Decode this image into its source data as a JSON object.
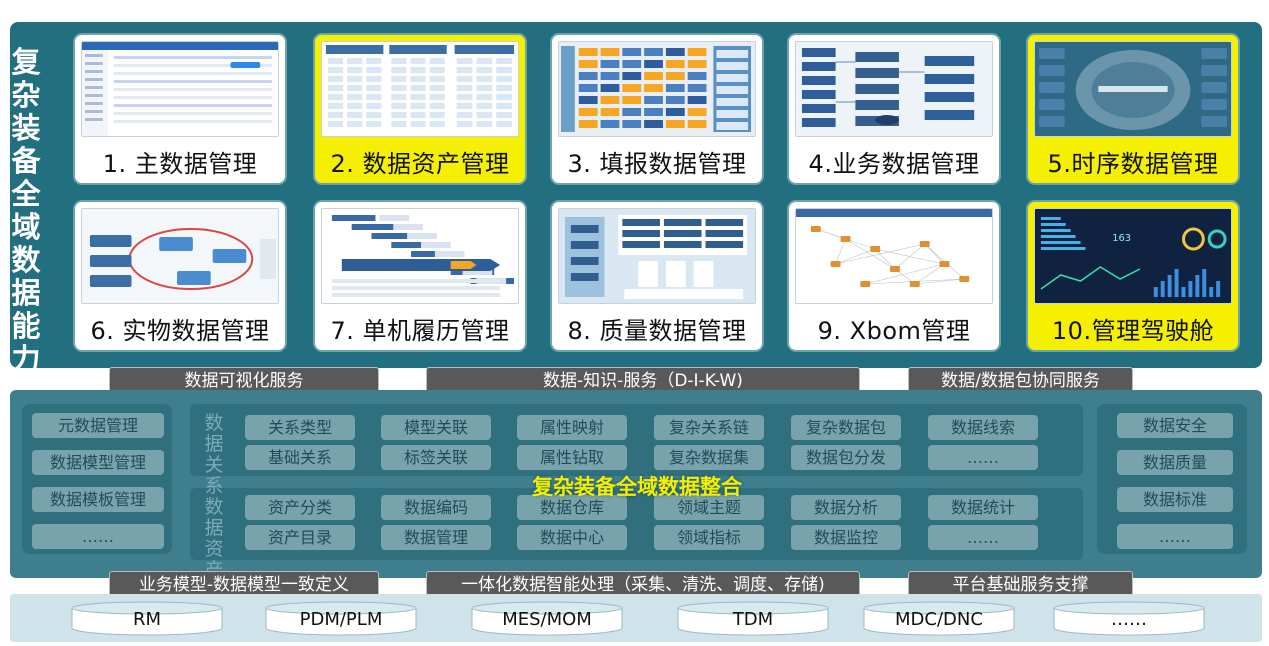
{
  "vertical_title": "复杂装备全域数据能力",
  "cards": [
    {
      "label": "1.  主数据管理",
      "highlight": false,
      "thumb": "master-data"
    },
    {
      "label": "2.  数据资产管理",
      "highlight": true,
      "thumb": "asset"
    },
    {
      "label": "3.  填报数据管理",
      "highlight": false,
      "thumb": "report"
    },
    {
      "label": "4.业务数据管理",
      "highlight": false,
      "thumb": "business"
    },
    {
      "label": "5.时序数据管理",
      "highlight": true,
      "thumb": "timeseries"
    },
    {
      "label": "6.  实物数据管理",
      "highlight": false,
      "thumb": "physical"
    },
    {
      "label": "7. 单机履历管理",
      "highlight": false,
      "thumb": "history"
    },
    {
      "label": "8. 质量数据管理",
      "highlight": false,
      "thumb": "quality"
    },
    {
      "label": "9.  Xbom管理",
      "highlight": false,
      "thumb": "xbom"
    },
    {
      "label": "10.管理驾驶舱",
      "highlight": true,
      "thumb": "cockpit"
    }
  ],
  "top_services": [
    "数据可视化服务",
    "数据-知识-服务（D-I-K-W)",
    "数据/数据包协同服务"
  ],
  "left_items": [
    "元数据管理",
    "数据模型管理",
    "数据模板管理",
    "……"
  ],
  "right_items": [
    "数据安全",
    "数据质量",
    "数据标准",
    "……"
  ],
  "relation_label": "数据关系",
  "asset_label": "数据资产",
  "relation_rows": [
    [
      "关系类型",
      "模型关联",
      "属性映射",
      "复杂关系链",
      "复杂数据包",
      "数据线索"
    ],
    [
      "基础关系",
      "标签关联",
      "属性钻取",
      "复杂数据集",
      "数据包分发",
      "……"
    ]
  ],
  "asset_rows": [
    [
      "资产分类",
      "数据编码",
      "数据仓库",
      "领域主题",
      "数据分析",
      "数据统计"
    ],
    [
      "资产目录",
      "数据管理",
      "数据中心",
      "领域指标",
      "数据监控",
      "……"
    ]
  ],
  "center_title": "复杂装备全域数据整合",
  "bottom_services": [
    "业务模型-数据模型一致定义",
    "一体化数据智能处理（采集、清洗、调度、存储)",
    "平台基础服务支撑"
  ],
  "systems": [
    "RM",
    "PDM/PLM",
    "MES/MOM",
    "TDM",
    "MDC/DNC",
    "……"
  ],
  "colors": {
    "panel": "#22707f",
    "highlight": "#f4f000",
    "pill": "#78a3ad",
    "service": "#595959"
  }
}
